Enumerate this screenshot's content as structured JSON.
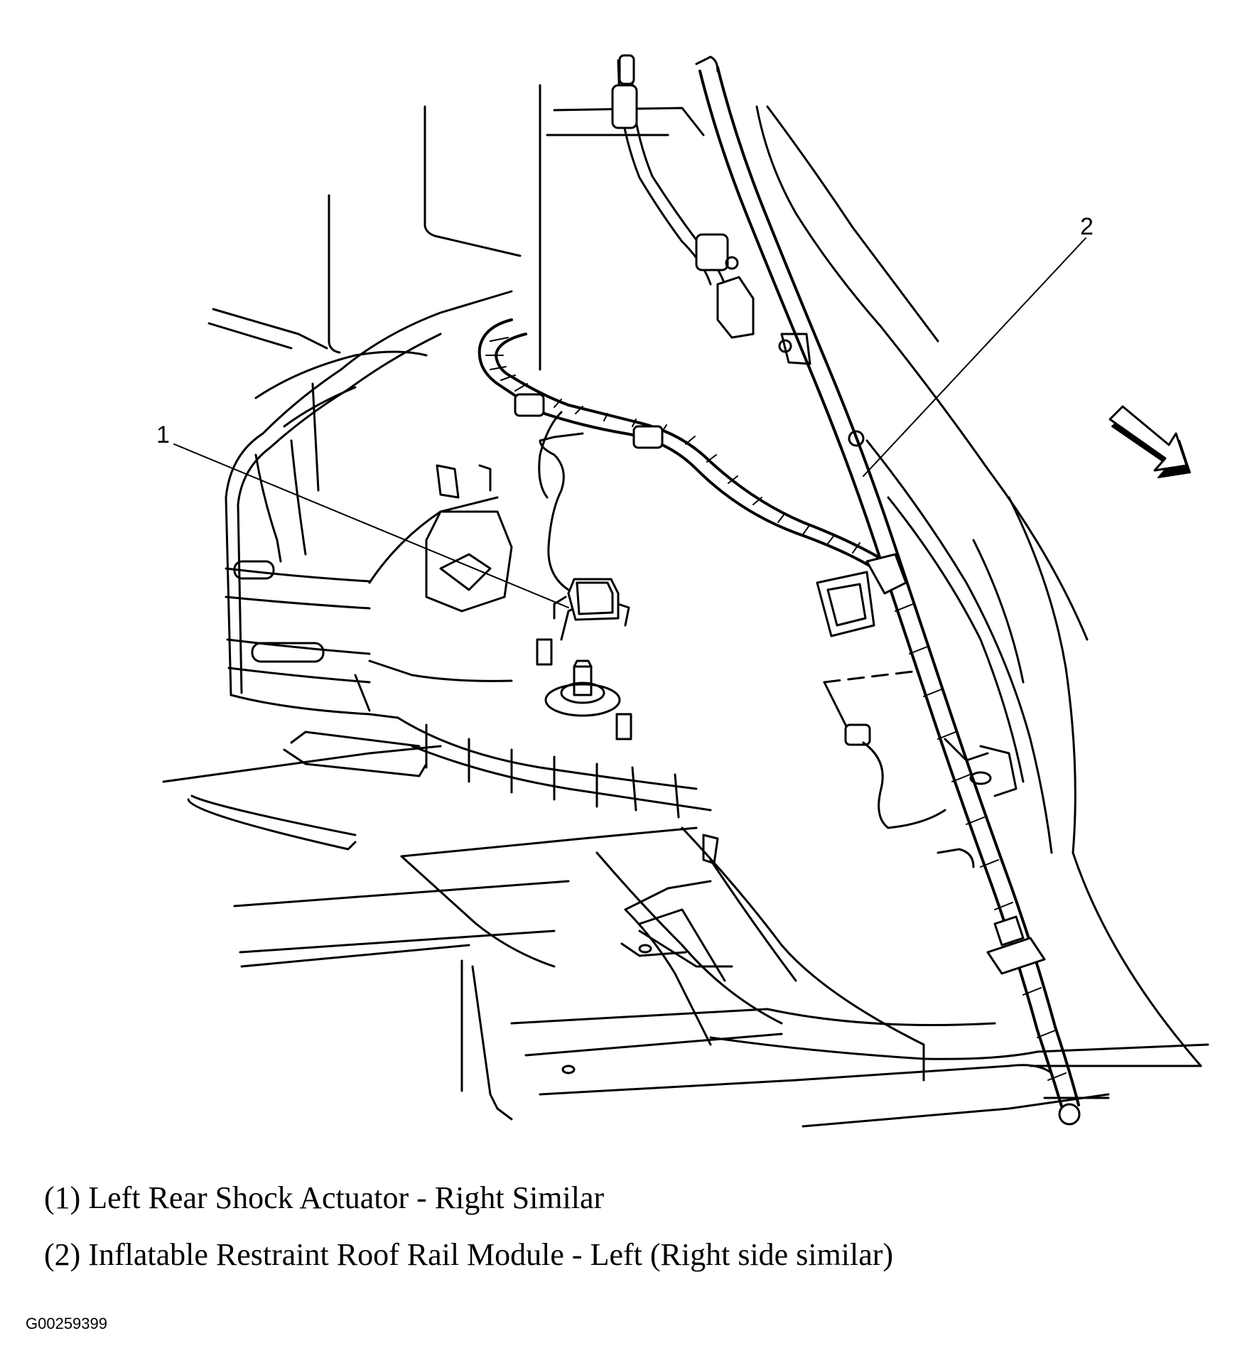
{
  "callouts": [
    {
      "number": "1"
    },
    {
      "number": "2"
    }
  ],
  "legend": [
    {
      "text": "(1) Left Rear Shock Actuator - Right Similar"
    },
    {
      "text": "(2) Inflatable Restraint Roof Rail Module - Left (Right side similar)"
    }
  ],
  "figure_id": "G00259399",
  "icons": {
    "direction_arrow": "forward-arrow-icon"
  },
  "colors": {
    "line": "#000000",
    "background": "#ffffff"
  }
}
